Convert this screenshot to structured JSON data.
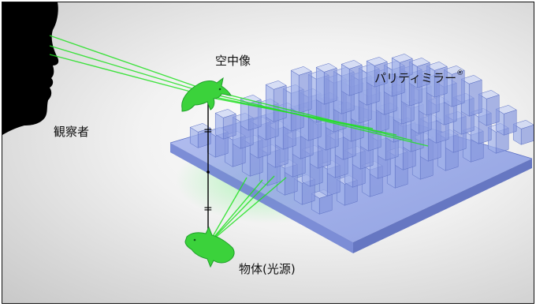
{
  "labels": {
    "aerial_image": "空中像",
    "mirror": "パリティミラー",
    "mirror_mark": "®",
    "observer": "観察者",
    "object": "物体(光源)"
  },
  "equal_mark": "=",
  "colors": {
    "ray": "#22e022",
    "dolphin": "#3bd23b",
    "dolphin_dark": "#1f9f2a",
    "plate": "#8ea2e6",
    "plate_edge": "#5c70c4",
    "block": "#b8c6ee",
    "silhouette": "#000000"
  },
  "icons": {
    "observer": "face-silhouette-icon",
    "aerial": "dolphin-icon",
    "object": "dolphin-icon"
  }
}
